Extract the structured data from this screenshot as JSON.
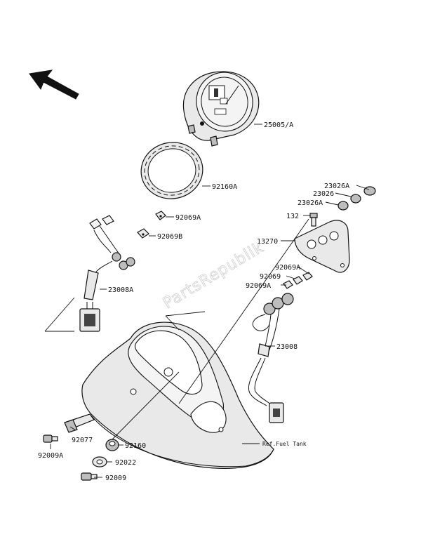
{
  "watermark": "PartsRepublik",
  "reference": {
    "fuel_tank": "Ref.Fuel Tank"
  },
  "parts": {
    "p25005a": "25005/A",
    "p92160a": "92160A",
    "p92069a_top": "92069A",
    "p92069b": "92069B",
    "p23008a": "23008A",
    "p23026a_1": "23026A",
    "p23026": "23026",
    "p23026a_2": "23026A",
    "p132": "132",
    "p13270": "13270",
    "p92069a_mid": "92069A",
    "p92069": "92069",
    "p92069a_low": "92069A",
    "p23008": "23008",
    "p92077": "92077",
    "p92160": "92160",
    "p92022": "92022",
    "p92009a": "92009A",
    "p92009": "92009"
  }
}
